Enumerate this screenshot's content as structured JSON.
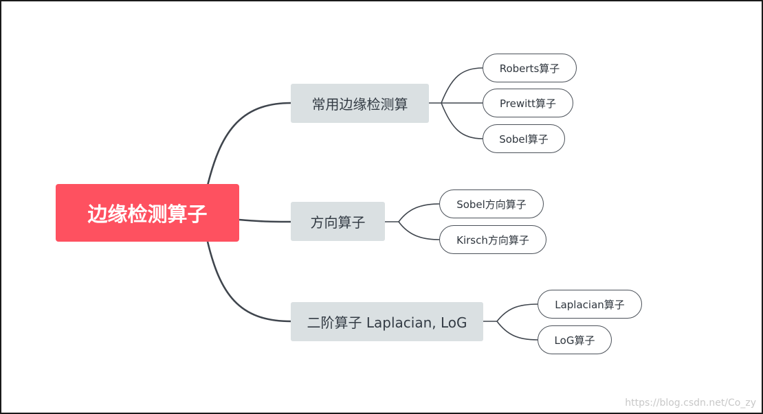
{
  "root": {
    "label": "边缘检测算子"
  },
  "branches": [
    {
      "label": "常用边缘检测算",
      "children": [
        "Roberts算子",
        "Prewitt算子",
        "Sobel算子"
      ]
    },
    {
      "label": "方向算子",
      "children": [
        "Sobel方向算子",
        "Kirsch方向算子"
      ]
    },
    {
      "label": "二阶算子 Laplacian, LoG",
      "children": [
        "Laplacian算子",
        "LoG算子"
      ]
    }
  ],
  "watermark": "https://blog.csdn.net/Co_zy",
  "colors": {
    "root_fill": "#fe5160",
    "branch_fill": "#dae0e2",
    "connector": "#3f454d",
    "frame_border": "#1a1a1a"
  }
}
